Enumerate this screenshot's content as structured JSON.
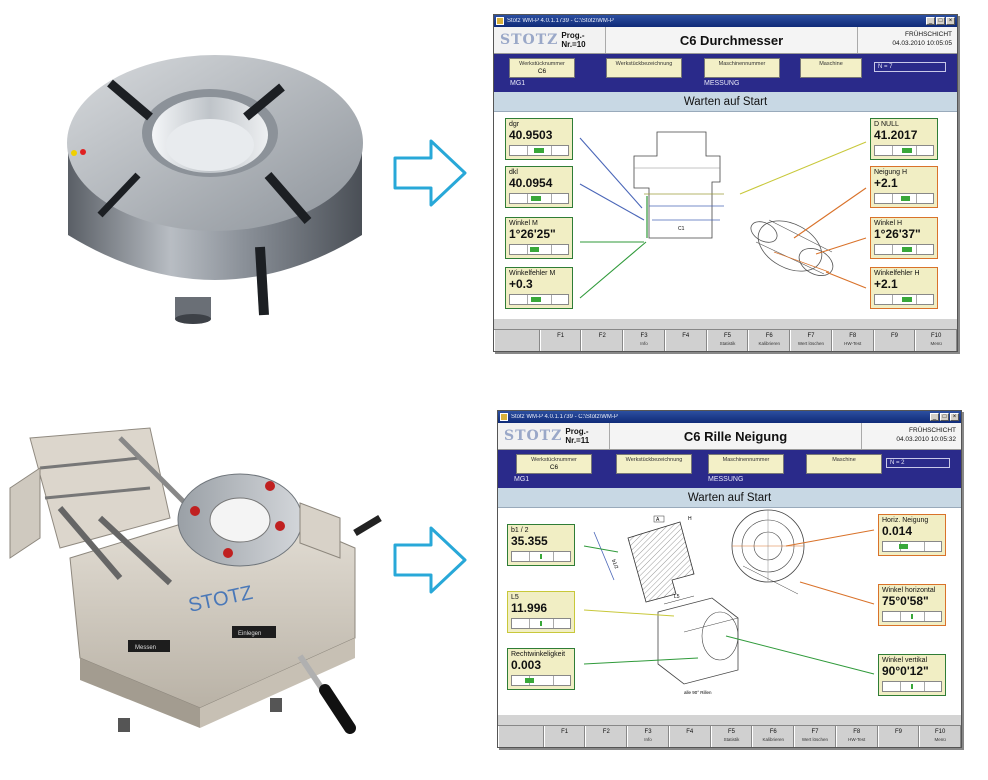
{
  "photo_ring": {
    "led_colors": [
      "#f0d000",
      "#e02020"
    ]
  },
  "photo_fixture": {
    "brand": "STOTZ",
    "label_left": "Messen",
    "label_right": "Einlegen"
  },
  "colors": {
    "window_accent": "#2a2a8a",
    "border_green": "#2f7d36",
    "border_orange": "#d9722a",
    "arrow": "#28a8d8"
  },
  "window1": {
    "title": "Stotz WM-P 4.0.1.1739 - C:\\Stotz\\WM-P",
    "logo": "STOTZ",
    "prog": "Prog.-Nr.=10",
    "screen_title": "C6 Durchmesser",
    "shift": "FRÜHSCHICHT",
    "datetime": "04.03.2010  10:05:05",
    "fields": [
      {
        "label": "Werkstücknummer",
        "value": "C6"
      },
      {
        "label": "Werkstückbezeichnung",
        "value": ""
      },
      {
        "label": "Maschinennummer",
        "value": ""
      },
      {
        "label": "Maschine",
        "value": ""
      }
    ],
    "nr": "N =   7",
    "band_left": "MG1",
    "band_mid": "MESSUNG",
    "status": "Warten auf  Start",
    "values": [
      {
        "label": "dgr",
        "value": "40.9503",
        "fill": 0.5
      },
      {
        "label": "dkl",
        "value": "40.0954",
        "fill": 0.45
      },
      {
        "label": "Winkel M",
        "value": "1°26'25\"",
        "fill": 0.42
      },
      {
        "label": "Winkelfehler M",
        "value": "+0.3",
        "fill": 0.45
      },
      {
        "label": "D NULL",
        "value": "41.2017",
        "fill": 0.55
      },
      {
        "label": "Neigung H",
        "value": "+2.1",
        "fill": 0.52
      },
      {
        "label": "Winkel H",
        "value": "1°26'37\"",
        "fill": 0.55
      },
      {
        "label": "Winkelfehler H",
        "value": "+2.1",
        "fill": 0.55
      }
    ],
    "drawing_label": "C1"
  },
  "window2": {
    "title": "Stotz WM-P 4.0.1.1739 - C:\\Stotz\\WM-P",
    "logo": "STOTZ",
    "prog": "Prog.-Nr.=11",
    "screen_title": "C6 Rille Neigung",
    "shift": "FRÜHSCHICHT",
    "datetime": "04.03.2010  10:05:32",
    "fields": [
      {
        "label": "Werkstücknummer",
        "value": "C6"
      },
      {
        "label": "Werkstückbezeichnung",
        "value": ""
      },
      {
        "label": "Maschinennummer",
        "value": ""
      },
      {
        "label": "Maschine",
        "value": ""
      }
    ],
    "nr": "N =   2",
    "band_left": "MG1",
    "band_mid": "MESSUNG",
    "status": "Warten auf  Start",
    "values": [
      {
        "label": "b1 / 2",
        "value": "35.355",
        "fill": 0.5
      },
      {
        "label": "L5",
        "value": "11.996",
        "fill": 0.5
      },
      {
        "label": "Rechtwinkeligkeit",
        "value": "0.003",
        "fill": 0.3
      },
      {
        "label": "Horiz. Neigung",
        "value": "0.014",
        "fill": 0.35
      },
      {
        "label": "Winkel horizontal",
        "value": "75°0'58\"",
        "fill": 0.5
      },
      {
        "label": "Winkel vertikal",
        "value": "90°0'12\"",
        "fill": 0.5
      }
    ],
    "drawing_labels": {
      "a": "A",
      "h": "H",
      "b12": "b1/2",
      "l5": "L5",
      "note": "alle 90° Rillen"
    }
  },
  "fkeys": [
    {
      "key": "",
      "sub": ""
    },
    {
      "key": "F1",
      "sub": ""
    },
    {
      "key": "F2",
      "sub": ""
    },
    {
      "key": "F3",
      "sub": "Info"
    },
    {
      "key": "F4",
      "sub": ""
    },
    {
      "key": "F5",
      "sub": "Statistik"
    },
    {
      "key": "F6",
      "sub": "Kalibrieren"
    },
    {
      "key": "F7",
      "sub": "Wert löschen"
    },
    {
      "key": "F8",
      "sub": "HW-Test"
    },
    {
      "key": "F9",
      "sub": ""
    },
    {
      "key": "F10",
      "sub": "Menü"
    }
  ]
}
